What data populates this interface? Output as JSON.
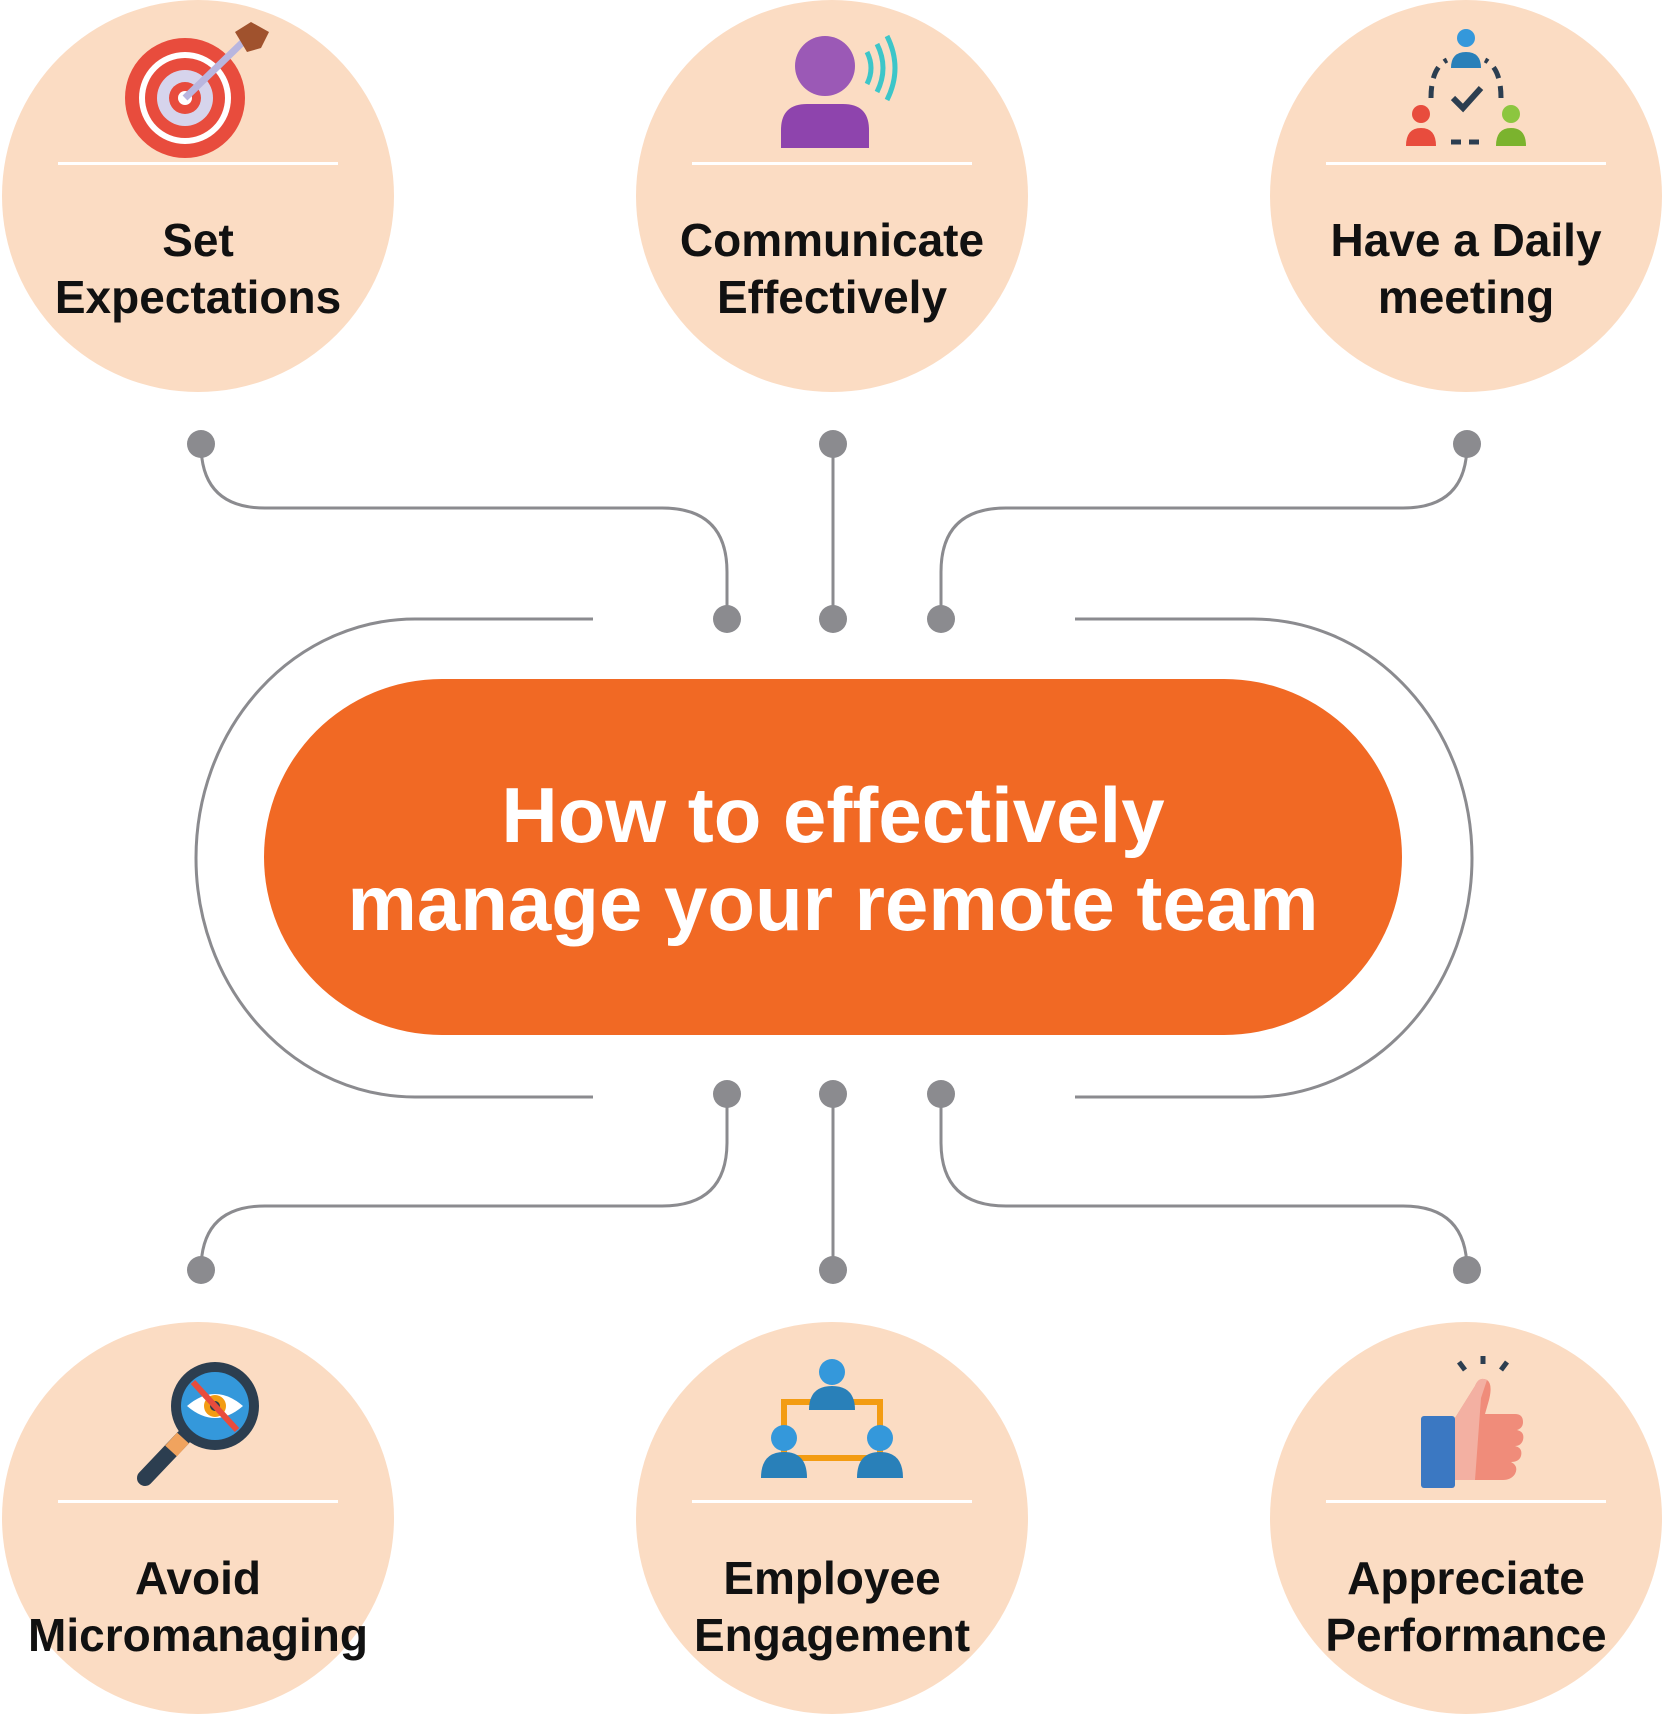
{
  "title": "How to effectively manage your remote team",
  "title_lines": [
    "How to effectively",
    "manage your remote team"
  ],
  "colors": {
    "accent": "#f16924",
    "node_fill": "#fbdcc3",
    "connector": "#8b8b8f",
    "text": "#111111"
  },
  "nodes": {
    "set_expectations": {
      "lines": [
        "Set",
        "Expectations"
      ],
      "icon": "target-icon"
    },
    "communicate": {
      "lines": [
        "Communicate",
        "Effectively"
      ],
      "icon": "speaking-person-icon"
    },
    "daily_meeting": {
      "lines": [
        "Have a Daily",
        "meeting"
      ],
      "icon": "team-cycle-icon"
    },
    "avoid_micromanaging": {
      "lines": [
        "Avoid",
        "Micromanaging"
      ],
      "icon": "no-surveillance-magnifier-icon"
    },
    "employee_engagement": {
      "lines": [
        "Employee",
        "Engagement"
      ],
      "icon": "connected-people-icon"
    },
    "appreciate_performance": {
      "lines": [
        "Appreciate",
        "Performance"
      ],
      "icon": "thumbs-up-icon"
    }
  }
}
